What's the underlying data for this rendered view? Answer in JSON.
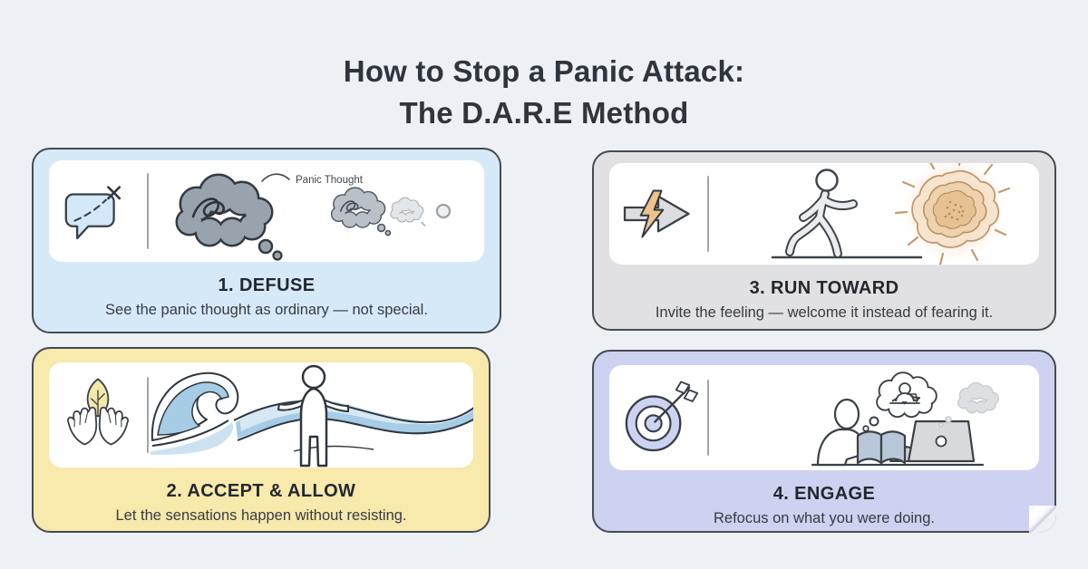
{
  "title": {
    "line1": "How to Stop a Panic Attack:",
    "line2": "The D.A.R.E Method"
  },
  "colors": {
    "page_bg": "#edf1f6",
    "card_border": "#454b52",
    "panel_bg": "#ffffff",
    "divider": "#8f959c",
    "title_text": "#2f353c",
    "card_title_text": "#23282e",
    "card_subtitle_text": "#363c43",
    "defuse_bg": "#d6e9f8",
    "accept_bg": "#f8e9ac",
    "run_bg": "#e1e0e2",
    "engage_bg": "#ccd2f0",
    "cloud_dark": "#99a3ae",
    "cloud_mid": "#b9c0c8",
    "cloud_light": "#e4e7ea",
    "wave_blue": "#a6cce6",
    "leaf_yellow": "#f5e7a9",
    "lightning_orange": "#eec28e",
    "glow_orange": "#f4a25a",
    "target_lavender": "#ccd3f2",
    "book_blue": "#b9c7da"
  },
  "cards": [
    {
      "title": "1. DEFUSE",
      "subtitle": "See the panic thought as ordinary — not special.",
      "bg": "#d6e9f8",
      "annotation": "Panic Thought",
      "icon": "crossed-out-speech-bubble",
      "illustration": "panic-thought-cloud-shrinking-to-dot"
    },
    {
      "title": "2. ACCEPT & ALLOW",
      "subtitle": "Let the sensations happen without resisting.",
      "bg": "#f8e9ac",
      "icon": "hands-holding-leaf",
      "illustration": "person-standing-calmly-in-waves"
    },
    {
      "title": "3. RUN TOWARD",
      "subtitle": "Invite the feeling — welcome it instead of fearing it.",
      "bg": "#e1e0e2",
      "icon": "arrow-with-lightning-bolt",
      "illustration": "person-walking-toward-glowing-feeling-blob"
    },
    {
      "title": "4. ENGAGE",
      "subtitle": "Refocus on what you were doing.",
      "bg": "#ccd2f0",
      "icon": "target-with-dart",
      "illustration": "person-reading-at-laptop-thought-bubble-fading"
    }
  ]
}
